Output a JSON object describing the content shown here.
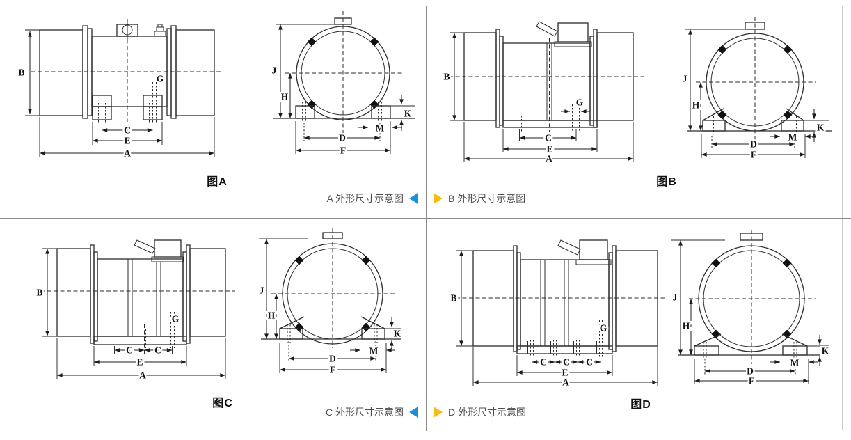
{
  "page": {
    "background": "#ffffff",
    "frame_color": "#cccccc",
    "divider_color": "#8c8c8c",
    "line_color": "#2b2b2b"
  },
  "accent": {
    "blue_arrow": "#1d8fd6",
    "yellow_arrow": "#f8bc10"
  },
  "figures": {
    "a": {
      "label": "图A",
      "caption": "A 外形尺寸示意图"
    },
    "b": {
      "label": "图B",
      "caption": "B 外形尺寸示意图"
    },
    "c": {
      "label": "图C",
      "caption": "C 外形尺寸示意图"
    },
    "d": {
      "label": "图D",
      "caption": "D 外形尺寸示意图"
    }
  },
  "dims": {
    "A": "A",
    "B": "B",
    "C": "C",
    "D": "D",
    "E": "E",
    "F": "F",
    "G": "G",
    "H": "H",
    "J": "J",
    "K": "K",
    "M": "M"
  }
}
